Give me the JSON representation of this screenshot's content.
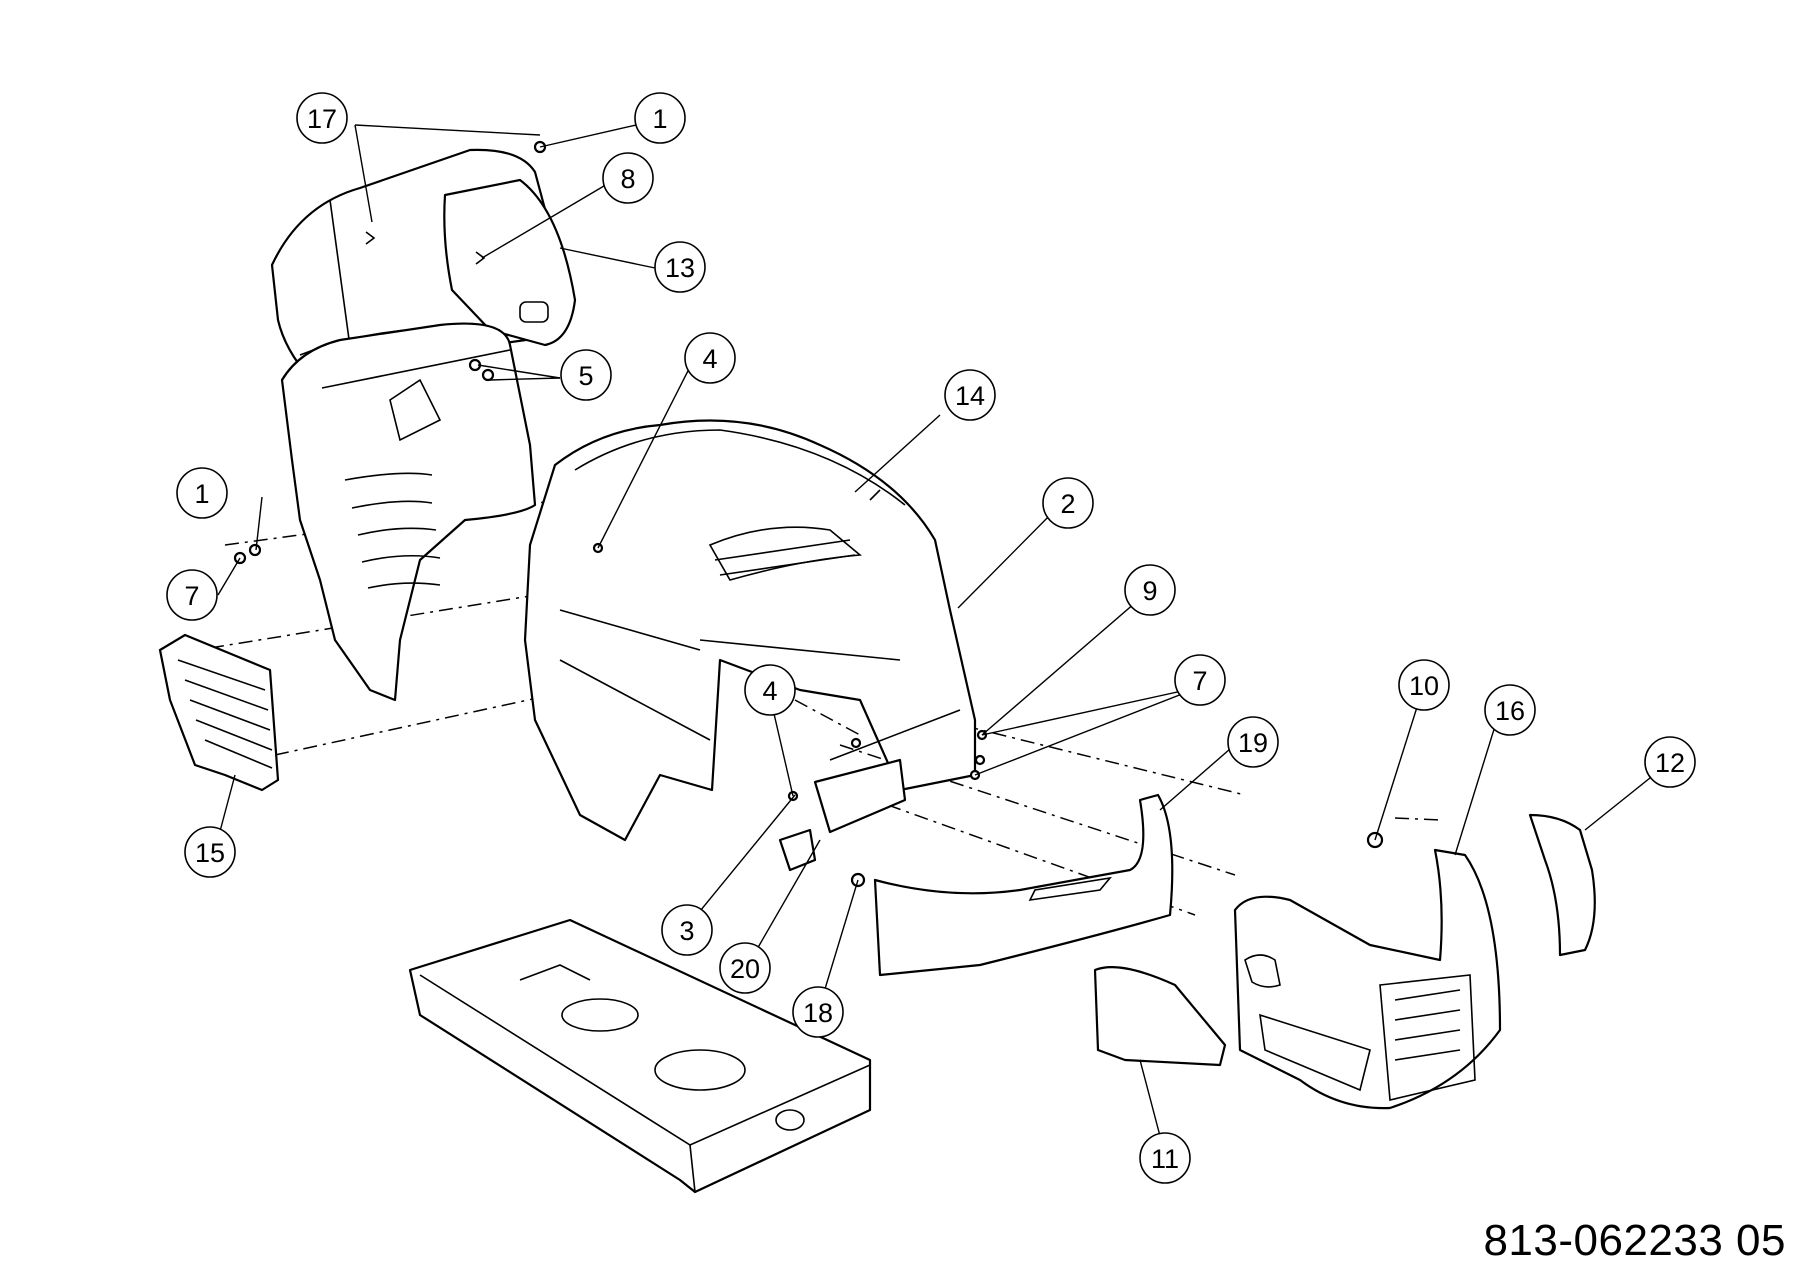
{
  "drawing_number": "813-062233 05",
  "colors": {
    "line": "#000000",
    "background": "#ffffff"
  },
  "callouts": [
    {
      "id": "c17",
      "label": "17"
    },
    {
      "id": "c1a",
      "label": "1"
    },
    {
      "id": "c8",
      "label": "8"
    },
    {
      "id": "c13",
      "label": "13"
    },
    {
      "id": "c5",
      "label": "5"
    },
    {
      "id": "c4a",
      "label": "4"
    },
    {
      "id": "c14",
      "label": "14"
    },
    {
      "id": "c1b",
      "label": "1"
    },
    {
      "id": "c7a",
      "label": "7"
    },
    {
      "id": "c2",
      "label": "2"
    },
    {
      "id": "c9",
      "label": "9"
    },
    {
      "id": "c7b",
      "label": "7"
    },
    {
      "id": "c4b",
      "label": "4"
    },
    {
      "id": "c19",
      "label": "19"
    },
    {
      "id": "c10",
      "label": "10"
    },
    {
      "id": "c16",
      "label": "16"
    },
    {
      "id": "c12",
      "label": "12"
    },
    {
      "id": "c15",
      "label": "15"
    },
    {
      "id": "c3",
      "label": "3"
    },
    {
      "id": "c20",
      "label": "20"
    },
    {
      "id": "c18",
      "label": "18"
    },
    {
      "id": "c11",
      "label": "11"
    }
  ]
}
